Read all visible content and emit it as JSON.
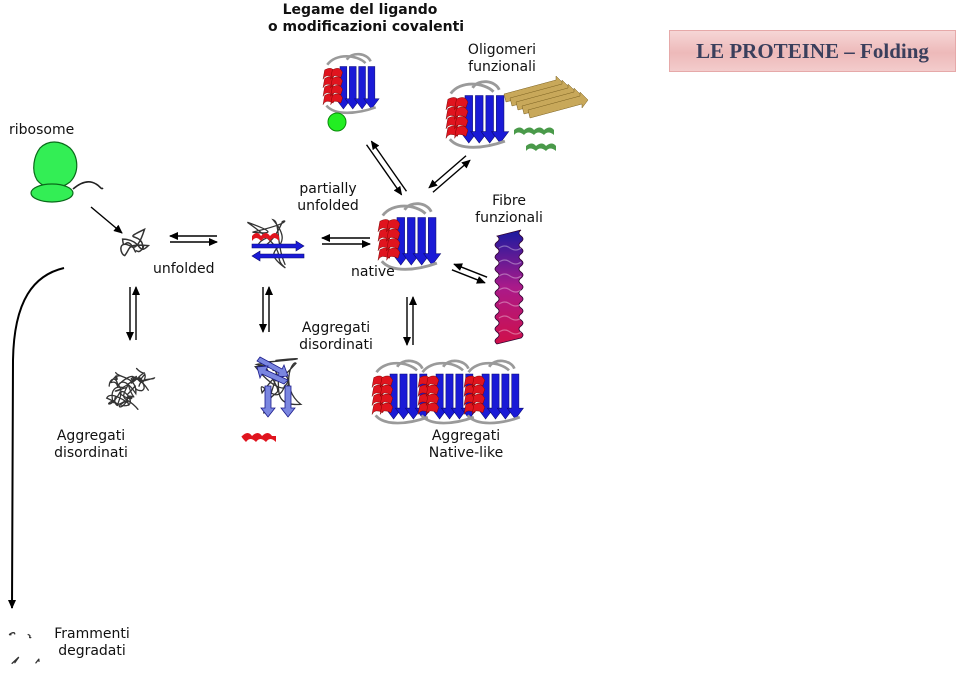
{
  "title": "LE PROTEINE – Folding",
  "labels": {
    "ligand_line1": "Legame del ligando",
    "ligand_line2": "o modificazioni covalenti",
    "oligomers_line1": "Oligomeri",
    "oligomers_line2": "funzionali",
    "ribosome": "ribosome",
    "partially_line1": "partially",
    "partially_line2": "unfolded",
    "fibre_line1": "Fibre",
    "fibre_line2": "funzionali",
    "unfolded": "unfolded",
    "native": "native",
    "agg_center_line1": "Aggregati",
    "agg_center_line2": "disordinati",
    "agg_left_line1": "Aggregati",
    "agg_left_line2": "disordinati",
    "agg_native_line1": "Aggregati",
    "agg_native_line2": "Native-like",
    "fragments_line1": "Frammenti",
    "fragments_line2": "degradati"
  },
  "colors": {
    "helix": "#e0141e",
    "sheet": "#1a1ad6",
    "coil": "#9a9a9a",
    "ribosome": "#33ee55",
    "ligand": "#22ee22",
    "partner_sheet": "#c8a85a",
    "partner_helix": "#4a9a4a",
    "fibre_top": "#1a1aa0",
    "fibre_mid": "#aa1a8a",
    "fibre_bottom": "#d0104a",
    "partial_sheet": "#7a86e0",
    "title_bg": "#efc0c0",
    "title_text": "#3a3f5c"
  }
}
